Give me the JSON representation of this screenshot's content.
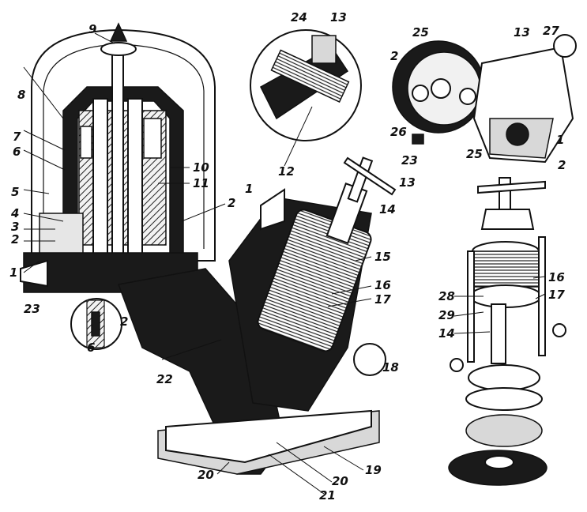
{
  "diagram": {
    "type": "technical cutaway illustration",
    "callouts": [
      "1",
      "2",
      "3",
      "4",
      "5",
      "6",
      "7",
      "8",
      "9",
      "10",
      "11",
      "12",
      "13",
      "14",
      "15",
      "16",
      "17",
      "18",
      "19",
      "20",
      "21",
      "22",
      "23",
      "24",
      "25",
      "26",
      "27",
      "28",
      "29"
    ],
    "ink_color": "#111111",
    "paper_color": "#ffffff"
  }
}
